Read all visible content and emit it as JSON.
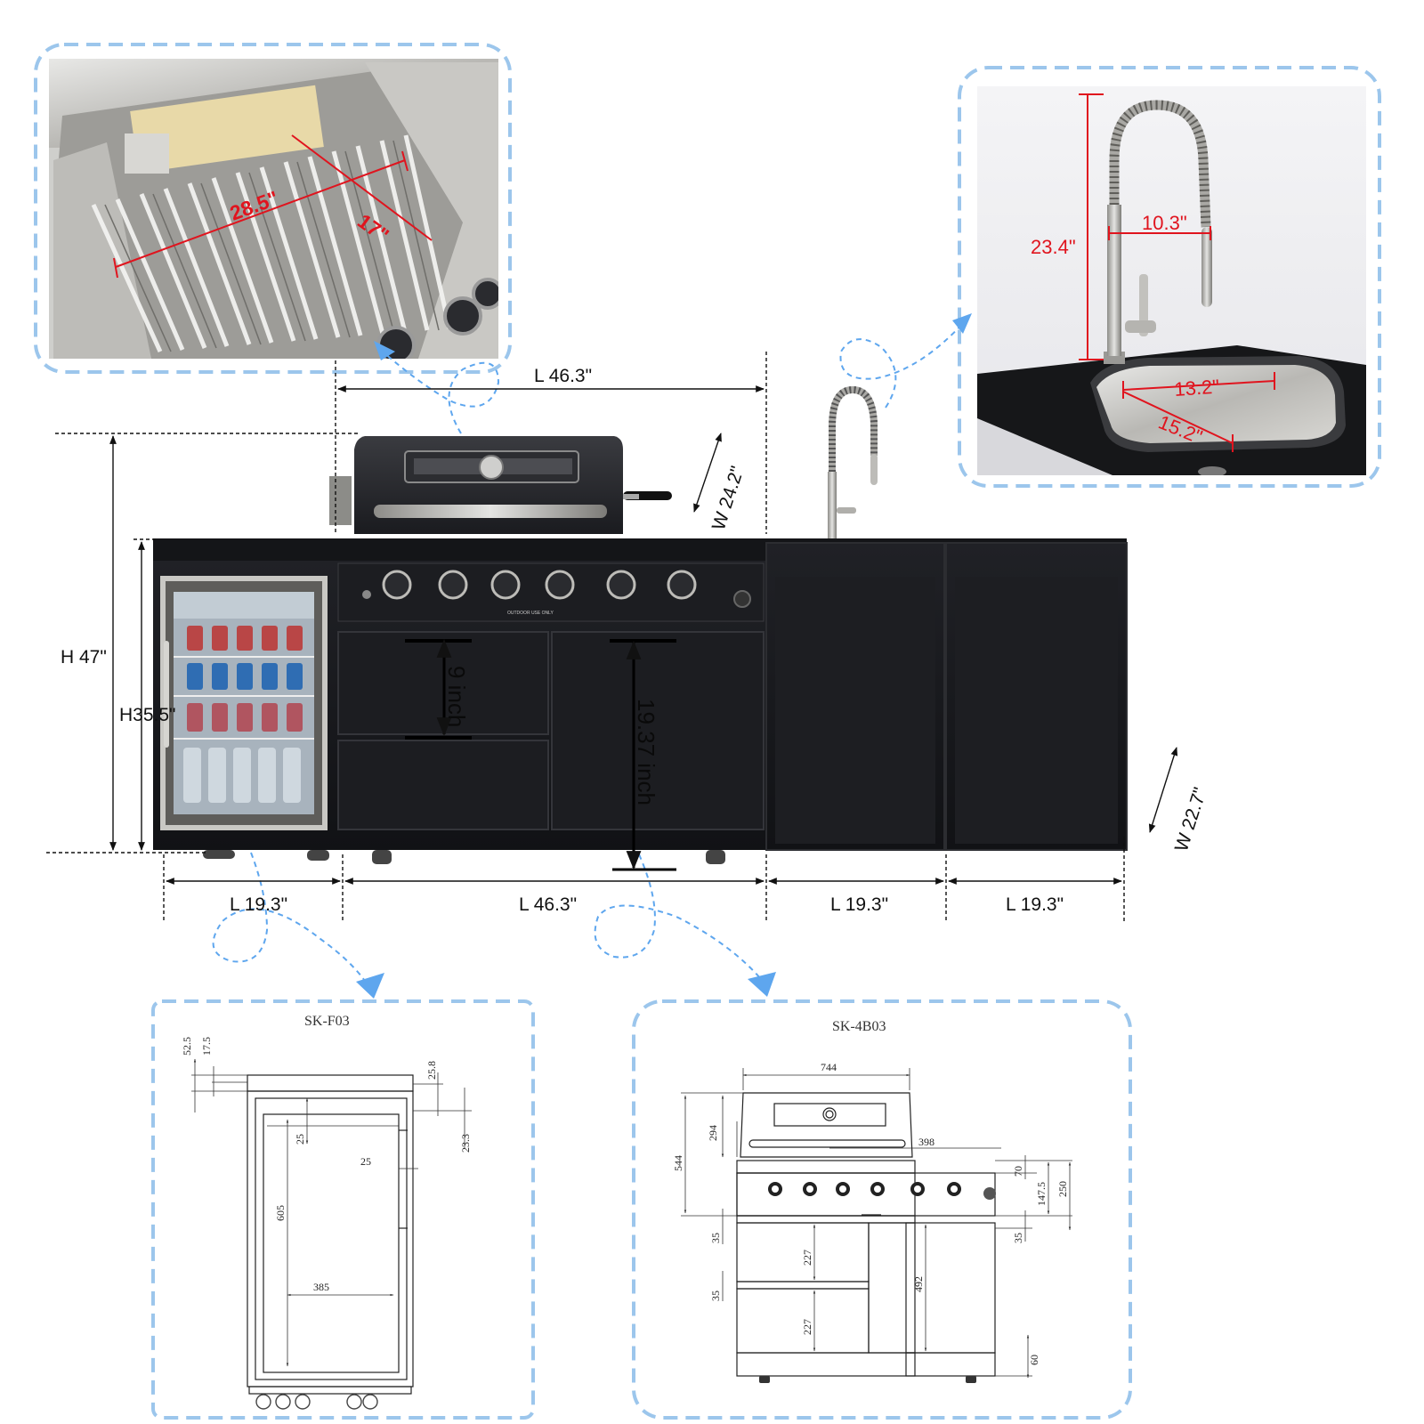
{
  "callouts": {
    "grill": {
      "width": "28.5\"",
      "depth": "17\""
    },
    "faucet": {
      "height": "23.4\"",
      "reach": "10.3\"",
      "sink_length": "13.2\"",
      "sink_width": "15.2\""
    }
  },
  "main": {
    "grill_length": "L  46.3\"",
    "grill_width": "W 24.2\"",
    "overall_height": "H 47\"",
    "fridge_height": "H35.5\"",
    "drawer_height": "9 inch",
    "door_height": "19.37 inch",
    "cabinet_width": "W 22.7\"",
    "len_fridge": "L 19.3\"",
    "len_grill": "L 46.3\"",
    "len_sink": "L 19.3\"",
    "len_cabinet": "L 19.3\"",
    "panel_label": "OUTDOOR USE ONLY"
  },
  "fridge_drawing": {
    "model": "SK-F03",
    "d_52_5": "52.5",
    "d_17_5": "17.5",
    "d_25_8": "25.8",
    "d_23_3": "23.3",
    "d_25a": "25",
    "d_25b": "25",
    "d_605": "605",
    "d_385": "385"
  },
  "grill_drawing": {
    "model": "SK-4B03",
    "d_744": "744",
    "d_294": "294",
    "d_544": "544",
    "d_398": "398",
    "d_70": "70",
    "d_147_5": "147.5",
    "d_250": "250",
    "d_35a": "35",
    "d_35b": "35",
    "d_35c": "35",
    "d_227a": "227",
    "d_227b": "227",
    "d_492": "492",
    "d_60": "60"
  },
  "colors": {
    "callout_border": "#9cc6ec",
    "arrow": "#5ea6ee",
    "dim_red": "#e0141e",
    "cabinet": "#17181c"
  }
}
